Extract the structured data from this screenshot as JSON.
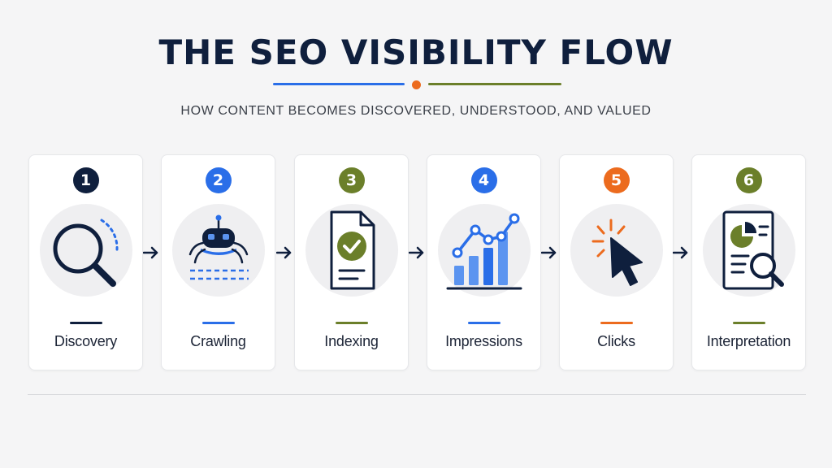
{
  "title": "THE SEO VISIBILITY FLOW",
  "subtitle": "HOW CONTENT BECOMES DISCOVERED, UNDERSTOOD, AND VALUED",
  "colors": {
    "navy": "#0f1f3d",
    "blue": "#2a6ee8",
    "olive": "#6b7f2a",
    "orange": "#ec6b1e",
    "light_blue": "#5b94f0"
  },
  "steps": [
    {
      "number": "1",
      "label": "Discovery",
      "icon": "magnifier-icon",
      "color": "#0f1f3d"
    },
    {
      "number": "2",
      "label": "Crawling",
      "icon": "robot-spider-icon",
      "color": "#2a6ee8"
    },
    {
      "number": "3",
      "label": "Indexing",
      "icon": "document-check-icon",
      "color": "#6b7f2a"
    },
    {
      "number": "4",
      "label": "Impressions",
      "icon": "growth-chart-icon",
      "color": "#2a6ee8"
    },
    {
      "number": "5",
      "label": "Clicks",
      "icon": "cursor-click-icon",
      "color": "#ec6b1e"
    },
    {
      "number": "6",
      "label": "Interpretation",
      "icon": "report-analysis-icon",
      "color": "#6b7f2a"
    }
  ]
}
